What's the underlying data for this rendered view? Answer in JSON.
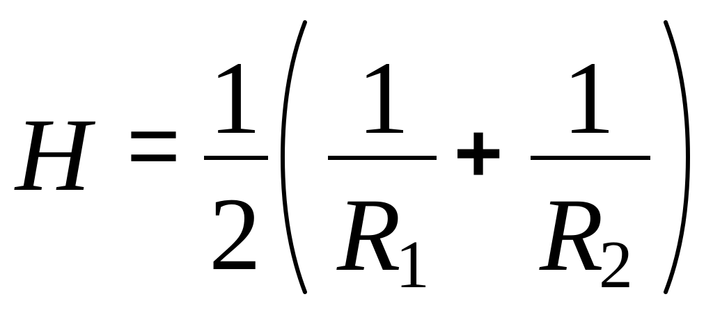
{
  "equation": {
    "lhs": "H",
    "equals": "=",
    "half": {
      "numerator": "1",
      "denominator": "2"
    },
    "left_paren": "(",
    "right_paren": ")",
    "term1": {
      "numerator": "1",
      "denominator_var": "R",
      "denominator_sub": "1"
    },
    "plus": "+",
    "term2": {
      "numerator": "1",
      "denominator_var": "R",
      "denominator_sub": "2"
    }
  }
}
